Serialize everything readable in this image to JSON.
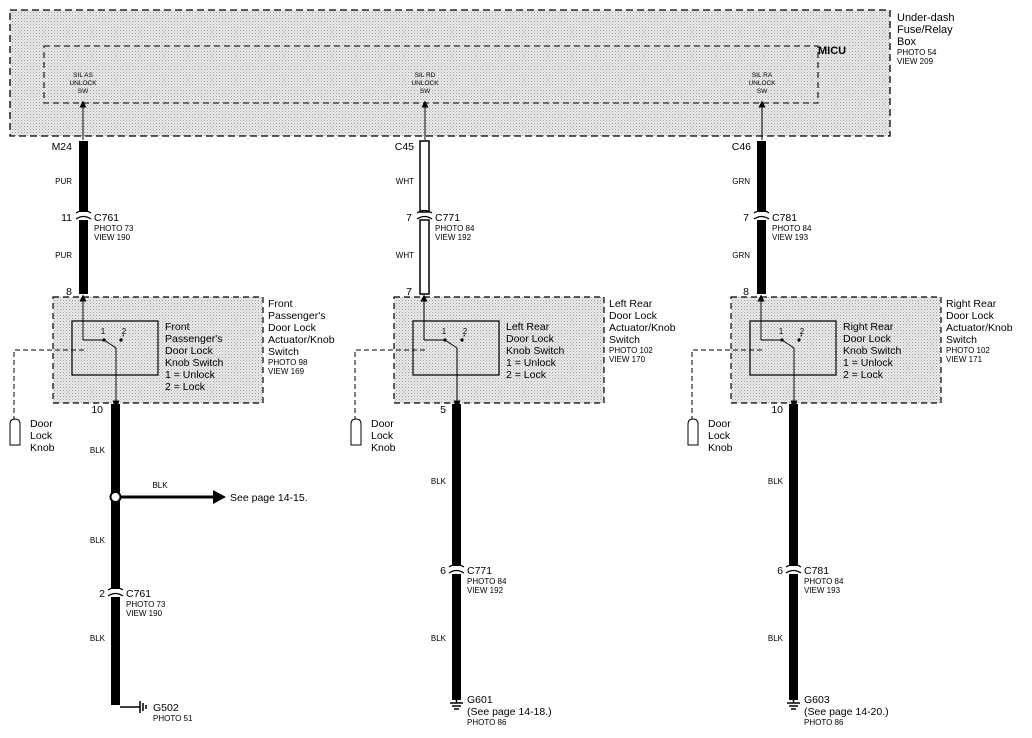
{
  "fuse_box": {
    "title": [
      "Under-dash",
      "Fuse/Relay",
      "Box"
    ],
    "photo": "PHOTO 54",
    "view": "VIEW 209",
    "micu_label": "MICU",
    "switch_labels": [
      [
        "SIL AS",
        "UNLOCK",
        "SW"
      ],
      [
        "SIL RD",
        "UNLOCK",
        "SW"
      ],
      [
        "SIL RA",
        "UNLOCK",
        "SW"
      ]
    ]
  },
  "circuits": [
    {
      "top_connector": "M24",
      "upper_wire_color": "PUR",
      "mid_pin": "11",
      "mid_connector": "C761",
      "mid_photo": "PHOTO 73",
      "mid_view": "VIEW 190",
      "lower_wire_color": "PUR",
      "switch_in_pin": "8",
      "pin_labels": [
        "1",
        "2"
      ],
      "switch_label": [
        "Front",
        "Passenger's",
        "Door Lock",
        "Knob Switch",
        "1 = Unlock",
        "2 = Lock"
      ],
      "component_label": [
        "Front",
        "Passenger's",
        "Door Lock",
        "Actuator/Knob",
        "Switch"
      ],
      "component_photo": "PHOTO 98",
      "component_view": "VIEW 169",
      "knob_label": [
        "Door",
        "Lock",
        "Knob"
      ],
      "switch_out_pin": "10",
      "ground_wire_color": "BLK",
      "splice_wire_color": "BLK",
      "see_page": "See page 14-15.",
      "ground_wire_color_2": "BLK",
      "bottom_pin": "2",
      "bottom_connector": "C761",
      "bottom_photo": "PHOTO 73",
      "bottom_view": "VIEW 190",
      "ground_wire_color_3": "BLK",
      "ground": "G502",
      "ground_note": "",
      "ground_photo": "PHOTO 51"
    },
    {
      "top_connector": "C45",
      "upper_wire_color": "WHT",
      "mid_pin": "7",
      "mid_connector": "C771",
      "mid_photo": "PHOTO 84",
      "mid_view": "VIEW 192",
      "lower_wire_color": "WHT",
      "switch_in_pin": "7",
      "pin_labels": [
        "1",
        "2"
      ],
      "switch_label": [
        "Left Rear",
        "Door Lock",
        "Knob Switch",
        "1 = Unlock",
        "2 = Lock"
      ],
      "component_label": [
        "Left Rear",
        "Door Lock",
        "Actuator/Knob",
        "Switch"
      ],
      "component_photo": "PHOTO 102",
      "component_view": "VIEW 170",
      "knob_label": [
        "Door",
        "Lock",
        "Knob"
      ],
      "switch_out_pin": "5",
      "ground_wire_color": "BLK",
      "bottom_pin": "6",
      "bottom_connector": "C771",
      "bottom_photo": "PHOTO 84",
      "bottom_view": "VIEW 192",
      "ground_wire_color_2": "BLK",
      "ground": "G601",
      "ground_note": "(See page 14-18.)",
      "ground_photo": "PHOTO 86"
    },
    {
      "top_connector": "C46",
      "upper_wire_color": "GRN",
      "mid_pin": "7",
      "mid_connector": "C781",
      "mid_photo": "PHOTO 84",
      "mid_view": "VIEW 193",
      "lower_wire_color": "GRN",
      "switch_in_pin": "8",
      "pin_labels": [
        "1",
        "2"
      ],
      "switch_label": [
        "Right Rear",
        "Door Lock",
        "Knob Switch",
        "1 = Unlock",
        "2 = Lock"
      ],
      "component_label": [
        "Right Rear",
        "Door Lock",
        "Actuator/Knob",
        "Switch"
      ],
      "component_photo": "PHOTO 102",
      "component_view": "VIEW 171",
      "knob_label": [
        "Door",
        "Lock",
        "Knob"
      ],
      "switch_out_pin": "10",
      "ground_wire_color": "BLK",
      "bottom_pin": "6",
      "bottom_connector": "C781",
      "bottom_photo": "PHOTO 84",
      "bottom_view": "VIEW 193",
      "ground_wire_color_2": "BLK",
      "ground": "G603",
      "ground_note": "(See page 14-20.)",
      "ground_photo": "PHOTO 86"
    }
  ]
}
